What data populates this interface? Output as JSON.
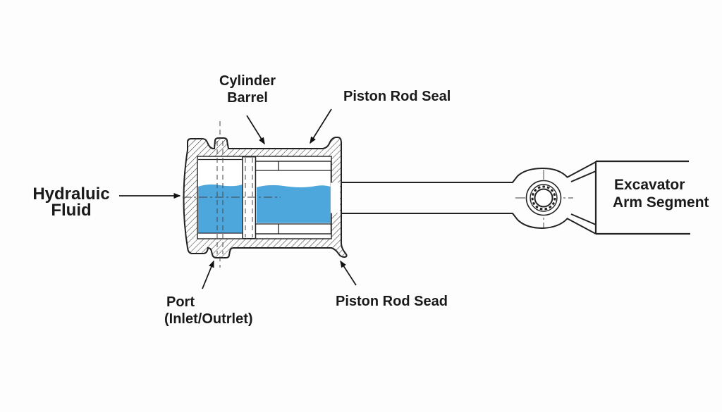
{
  "diagram": {
    "type": "hydraulic-cylinder-cross-section",
    "labels": {
      "cylinder_barrel": {
        "line1": "Cylinder",
        "line2": "Barrel"
      },
      "piston_rod_seal_top": {
        "text": "Piston Rod Seal"
      },
      "hydraulic_fluid": {
        "line1": "Hydraluic",
        "line2": "Fluid"
      },
      "port": {
        "line1": "Port",
        "line2": "(Inlet/Outrlet)"
      },
      "piston_rod_seal_bottom": {
        "text": "Piston Rod Sead"
      },
      "excavator_arm_segment": {
        "line1": "Excavator",
        "line2": "Arm Segment"
      }
    },
    "colors": {
      "fluid": "#4DA6DC",
      "line": "#222222",
      "centerline": "#4a4a4a",
      "label": "#1a1a1a",
      "background": "#fdfdfd"
    }
  }
}
